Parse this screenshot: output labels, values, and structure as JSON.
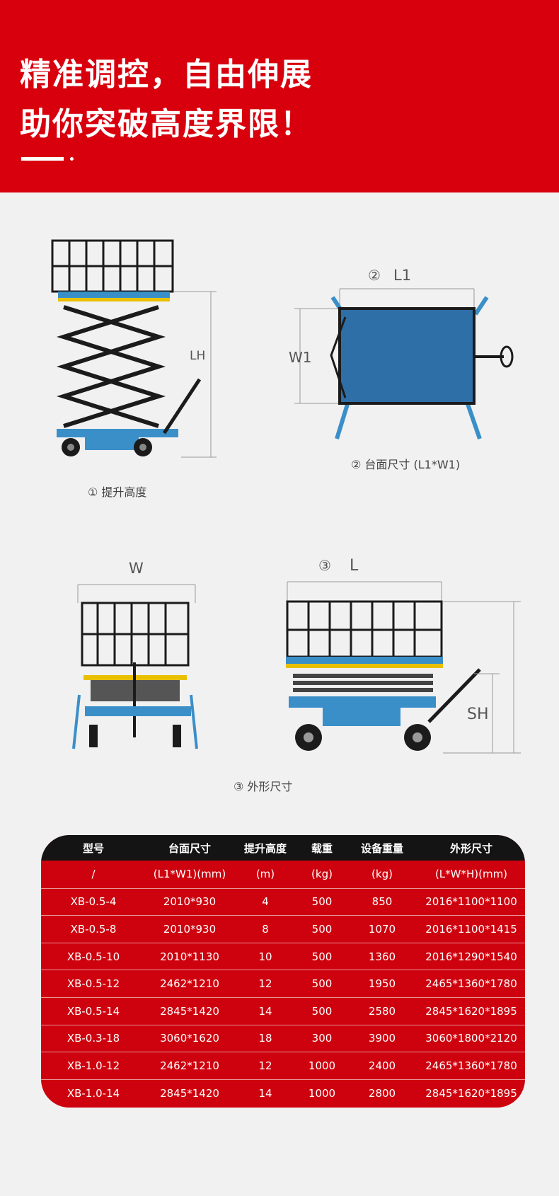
{
  "hero": {
    "line1": "精准调控，自由伸展",
    "line2": "助你突破高度界限！"
  },
  "diagrams": {
    "lift": {
      "dim_label": "LH",
      "caption": "① 提升高度"
    },
    "top": {
      "marker": "②",
      "length_label": "L1",
      "width_label": "W1",
      "caption": "② 台面尺寸 (L1*W1)"
    },
    "front": {
      "width_label": "W"
    },
    "side": {
      "marker": "③",
      "length_label": "L",
      "height_label": "SH"
    },
    "outline_caption": "③ 外形尺寸",
    "colors": {
      "frame": "#1b1b1b",
      "body": "#3b8fc8",
      "stripe_yellow": "#e9c000"
    }
  },
  "spec_table": {
    "headers": [
      "型号",
      "台面尺寸",
      "提升高度",
      "载重",
      "设备重量",
      "外形尺寸"
    ],
    "units": [
      "/",
      "(L1*W1)(mm)",
      "(m)",
      "(kg)",
      "(kg)",
      "(L*W*H)(mm)"
    ],
    "rows": [
      [
        "XB-0.5-4",
        "2010*930",
        "4",
        "500",
        "850",
        "2016*1100*1100"
      ],
      [
        "XB-0.5-8",
        "2010*930",
        "8",
        "500",
        "1070",
        "2016*1100*1415"
      ],
      [
        "XB-0.5-10",
        "2010*1130",
        "10",
        "500",
        "1360",
        "2016*1290*1540"
      ],
      [
        "XB-0.5-12",
        "2462*1210",
        "12",
        "500",
        "1950",
        "2465*1360*1780"
      ],
      [
        "XB-0.5-14",
        "2845*1420",
        "14",
        "500",
        "2580",
        "2845*1620*1895"
      ],
      [
        "XB-0.3-18",
        "3060*1620",
        "18",
        "300",
        "3900",
        "3060*1800*2120"
      ],
      [
        "XB-1.0-12",
        "2462*1210",
        "12",
        "1000",
        "2400",
        "2465*1360*1780"
      ],
      [
        "XB-1.0-14",
        "2845*1420",
        "14",
        "1000",
        "2800",
        "2845*1620*1895"
      ]
    ],
    "colors": {
      "head_bg": "#141414",
      "body_bg": "#cd020e"
    }
  }
}
